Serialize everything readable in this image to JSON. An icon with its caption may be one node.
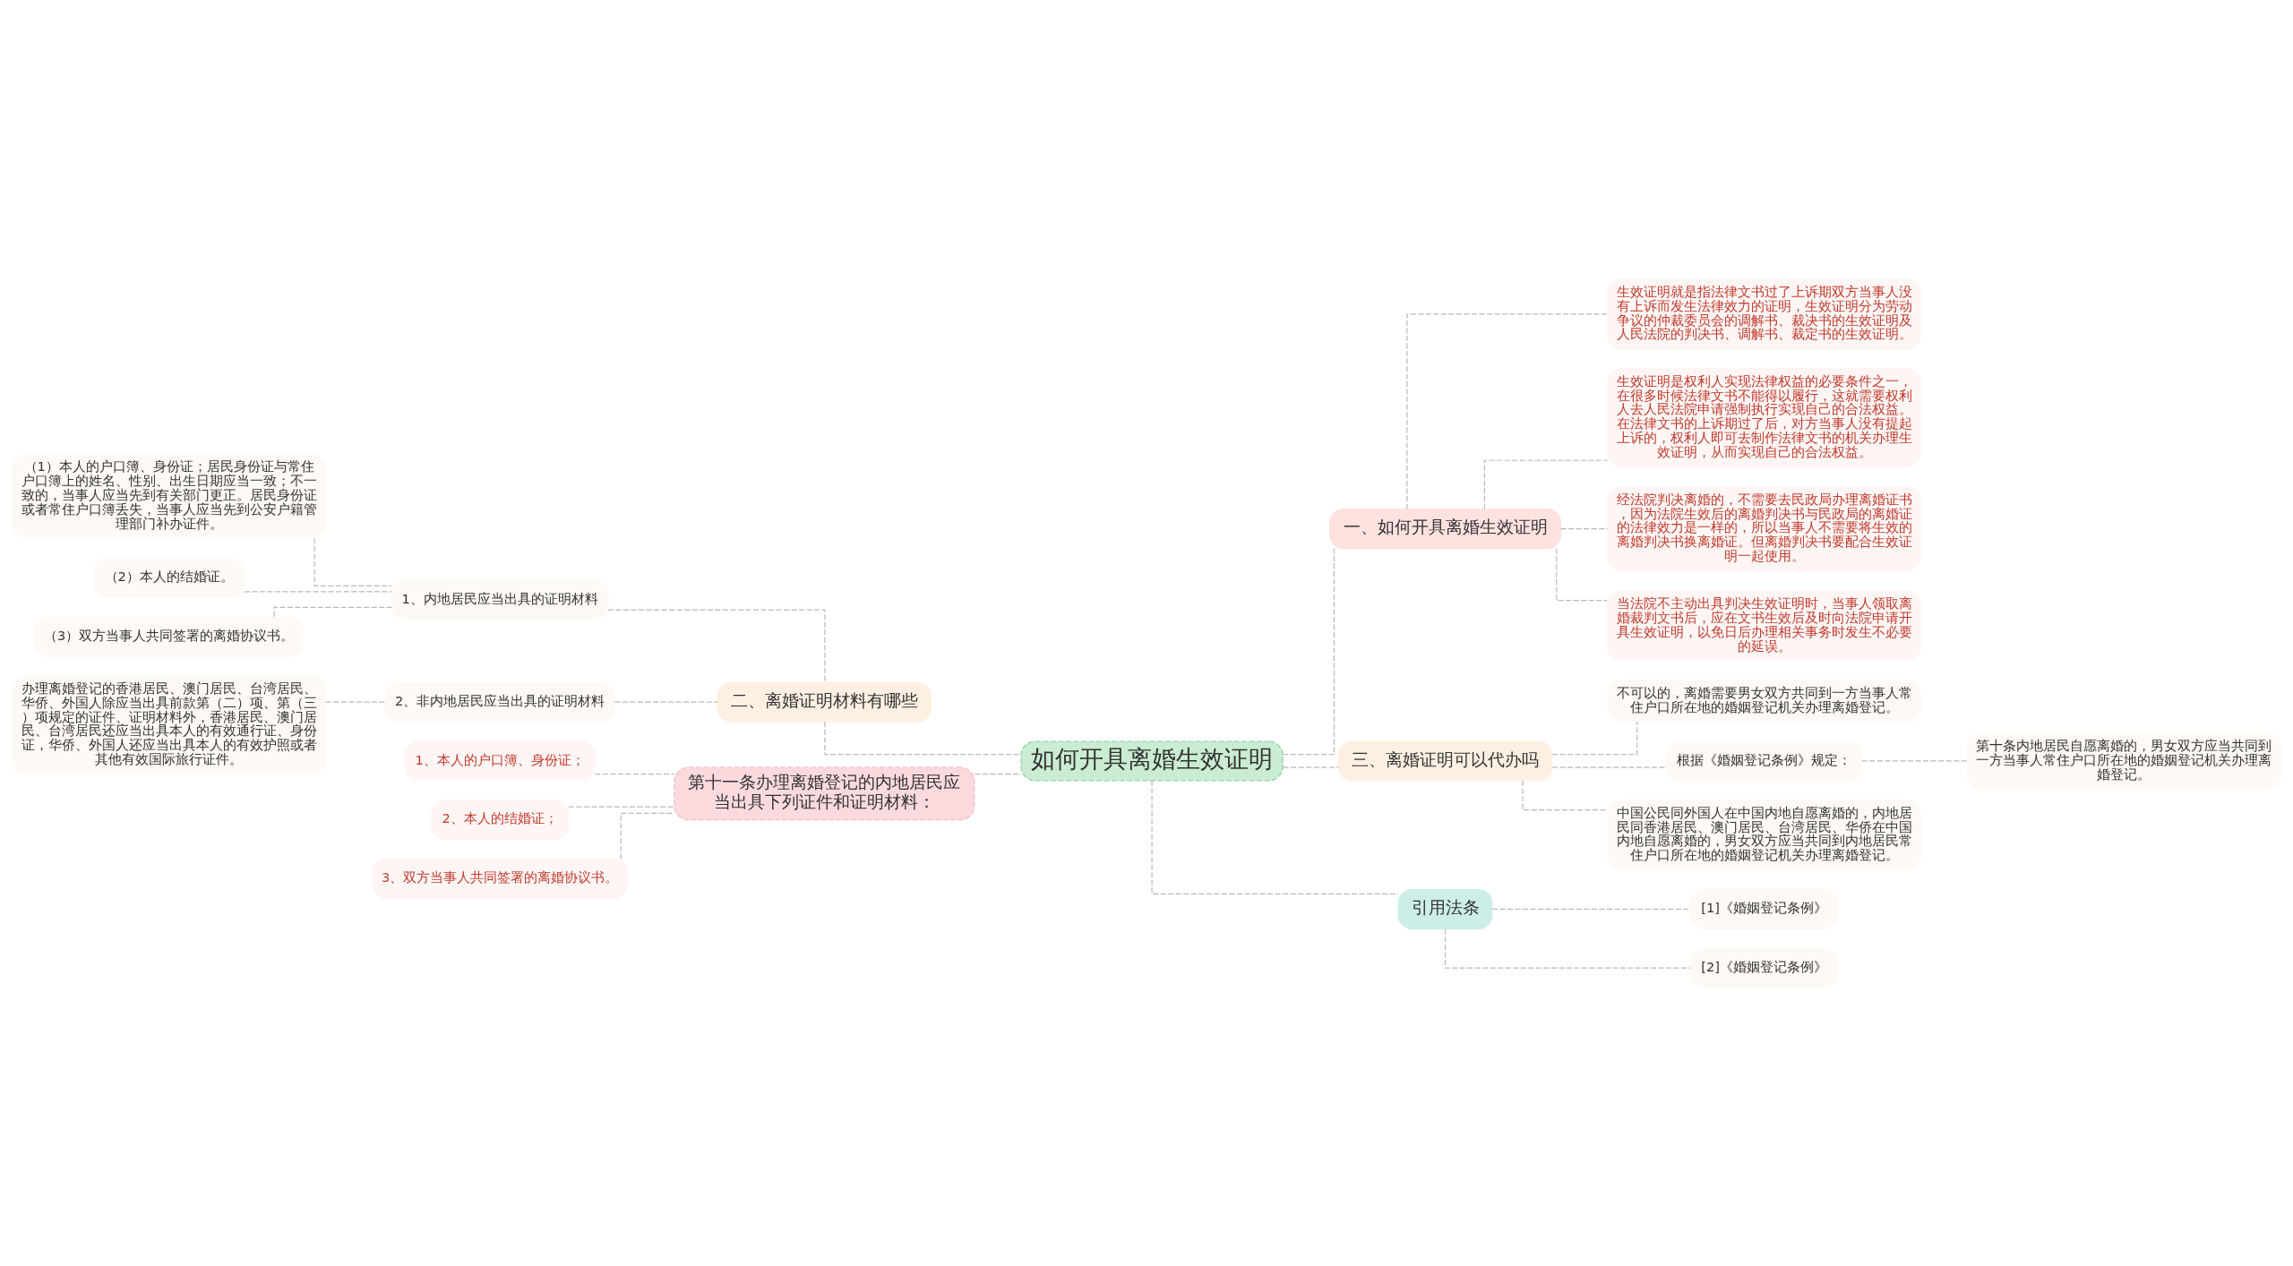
{
  "diagram": {
    "nodes": [
      {
        "text": [
          "如何开具离婚生效证明"
        ]
      },
      {
        "text": [
          "一、如何开具离婚生效证明"
        ]
      },
      {
        "text": [
          "生效证明就是指法律文书过了上诉期双方当事人没有上诉而发生法律效力的证明，生效证明分为劳动争议的仲裁委员会的调解书、裁决书的生效证明及人民法院的判决书、调解书、裁定书的生效证明。"
        ]
      },
      {
        "text": [
          "生效证明是权利人实现法律权益的必要条件之一，在很多时候法律文书不能得以履行，这就需要权利人去人民法院申请强制执行实现自己的合法权益。在法律文书的上诉期过了后，对方当事人没有提起上诉的，权利人即可去制作法律文书的机关办理生效证明，从而实现自己的合法权益。"
        ]
      },
      {
        "text": [
          "经法院判决离婚的，不需要去民政局办理离婚证书，因为法院生效后的离婚判决书与民政局的离婚证的法律效力是一样的，所以当事人不需要将生效的离婚判决书换离婚证。但离婚判决书要配合生效证明一起使用。"
        ]
      },
      {
        "text": [
          "当法院不主动出具判决生效证明时，当事人领取离婚裁判文书后，应在文书生效后及时向法院申请开具生效证明，以免日后办理相关事务时发生不必要的延误。"
        ]
      },
      {
        "text": [
          "二、离婚证明材料有哪些"
        ]
      },
      {
        "text": [
          "1、内地居民应当出具的证明材料"
        ]
      },
      {
        "text": [
          "（1）本人的户口簿、身份证；居民身份证与常住户口簿上的姓名、性别、出生日期应当一致；不一致的，当事人应当先到有关部门更正。居民身份证或者常住户口簿丢失，当事人应当先到公安户籍管理部门补办证件。"
        ]
      },
      {
        "text": [
          "（2）本人的结婚证。"
        ]
      },
      {
        "text": [
          "（3）双方当事人共同签署的离婚协议书。"
        ]
      },
      {
        "text": [
          "2、非内地居民应当出具的证明材料"
        ]
      },
      {
        "text": [
          "办理离婚登记的香港居民、澳门居民、台湾居民、华侨、外国人除应当出具前款第（二）项、第（三）项规定的证件、证明材料外，香港居民、澳门居民、台湾居民还应当出具本人的有效通行证、身份证，华侨、外国人还应当出具本人的有效护照或者其他有效国际旅行证件。"
        ]
      },
      {
        "text": [
          "第十一条办理离婚登记的内地居民应当出具下列证件和证明材料："
        ]
      },
      {
        "text": [
          "1、本人的户口簿、身份证；"
        ]
      },
      {
        "text": [
          "2、本人的结婚证；"
        ]
      },
      {
        "text": [
          "3、双方当事人共同签署的离婚协议书。"
        ]
      },
      {
        "text": [
          "三、离婚证明可以代办吗"
        ]
      },
      {
        "text": [
          "不可以的，离婚需要男女双方共同到一方当事人常住户口所在地的婚姻登记机关办理离婚登记。"
        ]
      },
      {
        "text": [
          "根据《婚姻登记条例》规定："
        ]
      },
      {
        "text": [
          "第十条内地居民自愿离婚的，男女双方应当共同到一方当事人常住户口所在地的婚姻登记机关办理离婚登记。"
        ]
      },
      {
        "text": [
          "中国公民同外国人在中国内地自愿离婚的，内地居民同香港居民、澳门居民、台湾居民、华侨在中国内地自愿离婚的，男女双方应当共同到内地居民常住户口所在地的婚姻登记机关办理离婚登记。"
        ]
      },
      {
        "text": [
          "引用法条"
        ]
      },
      {
        "text": [
          "[1]《婚姻登记条例》"
        ]
      },
      {
        "text": [
          "[2]《婚姻登记条例》"
        ]
      }
    ],
    "edges": [
      {
        "from": 0,
        "to": 1,
        "arrow": "none",
        "style": "dashed"
      },
      {
        "from": 1,
        "to": 2,
        "arrow": "none",
        "style": "dashed"
      },
      {
        "from": 1,
        "to": 3,
        "arrow": "none",
        "style": "dashed"
      },
      {
        "from": 1,
        "to": 4,
        "arrow": "none",
        "style": "dashed"
      },
      {
        "from": 1,
        "to": 5,
        "arrow": "none",
        "style": "dashed"
      },
      {
        "from": 0,
        "to": 6,
        "arrow": "none",
        "style": "dashed"
      },
      {
        "from": 6,
        "to": 7,
        "arrow": "none",
        "style": "dashed"
      },
      {
        "from": 7,
        "to": 8,
        "arrow": "none",
        "style": "dashed"
      },
      {
        "from": 7,
        "to": 9,
        "arrow": "none",
        "style": "dashed"
      },
      {
        "from": 7,
        "to": 10,
        "arrow": "none",
        "style": "dashed"
      },
      {
        "from": 6,
        "to": 11,
        "arrow": "none",
        "style": "dashed"
      },
      {
        "from": 11,
        "to": 12,
        "arrow": "none",
        "style": "dashed"
      },
      {
        "from": 0,
        "to": 13,
        "arrow": "none",
        "style": "dashed"
      },
      {
        "from": 13,
        "to": 14,
        "arrow": "none",
        "style": "dashed"
      },
      {
        "from": 13,
        "to": 15,
        "arrow": "none",
        "style": "dashed"
      },
      {
        "from": 13,
        "to": 16,
        "arrow": "none",
        "style": "dashed"
      },
      {
        "from": 0,
        "to": 17,
        "arrow": "none",
        "style": "dashed"
      },
      {
        "from": 17,
        "to": 18,
        "arrow": "none",
        "style": "dashed"
      },
      {
        "from": 17,
        "to": 19,
        "arrow": "none",
        "style": "dashed"
      },
      {
        "from": 19,
        "to": 20,
        "arrow": "none",
        "style": "dashed"
      },
      {
        "from": 17,
        "to": 21,
        "arrow": "none",
        "style": "dashed"
      },
      {
        "from": 0,
        "to": 22,
        "arrow": "none",
        "style": "dashed"
      },
      {
        "from": 22,
        "to": 23,
        "arrow": "none",
        "style": "dashed"
      },
      {
        "from": 22,
        "to": 24,
        "arrow": "none",
        "style": "dashed"
      }
    ]
  }
}
